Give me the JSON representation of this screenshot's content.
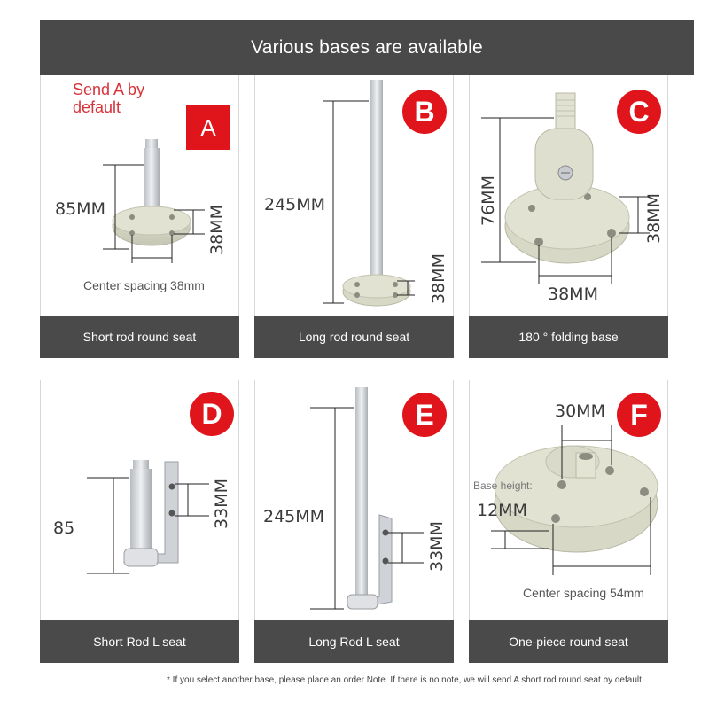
{
  "header": {
    "title": "Various bases are available"
  },
  "cards": {
    "a": {
      "badge": "A",
      "note_lines": [
        "Send A by",
        "default"
      ],
      "dim_h": "85MM",
      "dim_w": "38MM",
      "spacing": "Center spacing 38mm",
      "caption": "Short rod round seat"
    },
    "b": {
      "badge": "B",
      "dim_h": "245MM",
      "dim_w": "38MM",
      "caption": "Long rod round seat"
    },
    "c": {
      "badge": "C",
      "dim_h": "76MM",
      "dim_w": "38MM",
      "dim_b": "38MM",
      "caption": "180 ° folding base"
    },
    "d": {
      "badge": "D",
      "dim_h": "85",
      "dim_w": "33MM",
      "caption": "Short Rod L seat"
    },
    "e": {
      "badge": "E",
      "dim_h": "245MM",
      "dim_w": "33MM",
      "caption": "Long Rod L seat"
    },
    "f": {
      "badge": "F",
      "dim_top": "30MM",
      "base_label": "Base height:",
      "dim_h": "12MM",
      "spacing": "Center spacing 54mm",
      "caption": "One-piece round seat"
    }
  },
  "footnote": "* If you select another base, please place an order Note. If there is no note, we will send A short rod round seat by default.",
  "colors": {
    "header_bg": "#4a4949",
    "badge_red": "#e0141b",
    "part_color": "#dcdcc8",
    "rod_color": "#d0d3d6"
  }
}
